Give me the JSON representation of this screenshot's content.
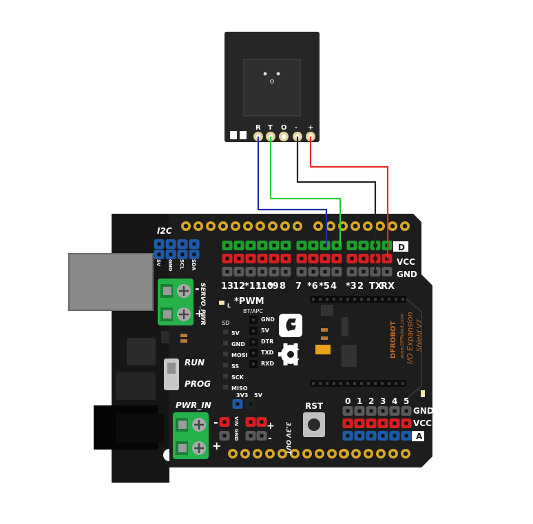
{
  "sensor": {
    "pins": [
      "R",
      "T",
      "O",
      "-",
      "+"
    ]
  },
  "shield": {
    "i2c_label": "I2C",
    "i2c_pins": [
      "5V",
      "GND",
      "SCL",
      "SDA"
    ],
    "servo_pwr_label": "SERVO_PWR",
    "minus_sign": "-",
    "plus_sign": "+",
    "row_labels": {
      "digital": "D",
      "vcc": "VCC",
      "gnd": "GND"
    },
    "digital_numbers": [
      "13",
      "12",
      "*11",
      "*10",
      "*9",
      "8",
      "7",
      "*6",
      "*5",
      "4",
      "*3",
      "2",
      "TX",
      "RX"
    ],
    "pwm_label": "*PWM",
    "l_label": "L",
    "bt_apc_label": "BT/APC",
    "bt_apc_pins": [
      "GND",
      "5V",
      "DTR",
      "TXD",
      "RXD"
    ],
    "sd_label": "SD",
    "sd_pins": [
      "5V",
      "GND",
      "MOSI",
      "SS",
      "SCK",
      "MISO"
    ],
    "run_label": "RUN",
    "prog_label": "PROG",
    "pwr_in_label": "PWR_IN",
    "vin_label": "VIN",
    "gnd_label": "GND",
    "voltage_3v3": "3V3",
    "voltage_5v": "5V",
    "out_33v_label": "3.3V OUT",
    "rst_label": "RST",
    "brand_label": "DFROBOT",
    "url_label": "www.DFRobot.com",
    "title_label": "I/O Expansion",
    "version_label": "Shield V7",
    "analog_numbers": [
      "0",
      "1",
      "2",
      "3",
      "4",
      "5"
    ],
    "analog_row_labels": {
      "gnd": "GND",
      "vcc": "VCC",
      "analog": "A"
    }
  },
  "colors": {
    "wire_r": "#1f2fa8",
    "wire_t": "#2ecc40",
    "wire_gnd": "#222222",
    "wire_vcc": "#e8281e",
    "board": "#1b1b1b",
    "terminal": "#25b24a",
    "pin_green": "#1f9e2a",
    "pin_red": "#d81e1e",
    "pin_gray": "#5a5a5a",
    "pin_blue": "#1e5aa8",
    "pad_gold": "#d8a628"
  }
}
